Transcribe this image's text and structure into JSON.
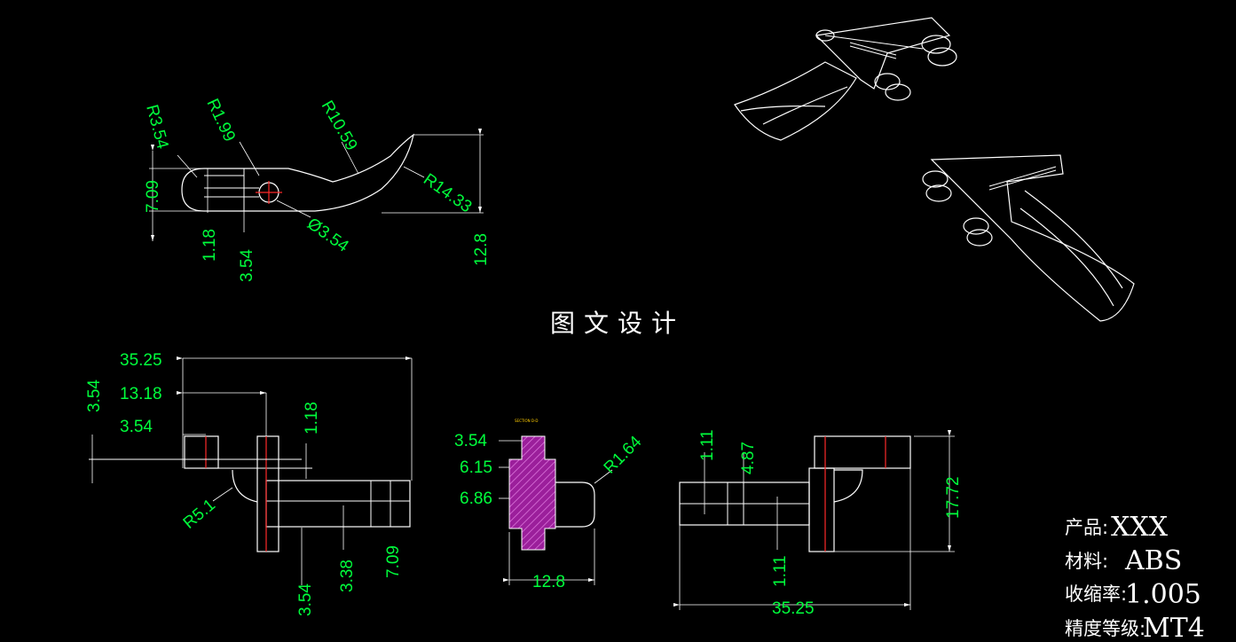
{
  "title": "图文设计",
  "info": {
    "product": {
      "label": "产品:",
      "value": "XXX"
    },
    "material": {
      "label": "材料:",
      "value": "ABS"
    },
    "shrinkage": {
      "label": "收缩率:",
      "value": "1.005"
    },
    "precision": {
      "label": "精度等级:",
      "value": "MT4"
    }
  },
  "colors": {
    "background": "#000000",
    "geometry": "#ffffff",
    "dimension_text": "#00ff3c",
    "hatch": "#cc33cc",
    "centerline": "#ff2a2a"
  },
  "section_label": "SECTION D-D",
  "dimensions": {
    "top_view": {
      "r354": "R3.54",
      "r199": "R1.99",
      "r1059": "R10.59",
      "r1433": "R14.33",
      "d709": "7.09",
      "d118": "1.18",
      "d354": "3.54",
      "phi354": "Ø3.54",
      "d128": "12.8"
    },
    "left_view": {
      "d3525": "35.25",
      "d1318": "13.18",
      "d354a": "3.54",
      "d354b": "3.54",
      "d118": "1.18",
      "r51": "R5.1",
      "d354c": "3.54",
      "d338": "3.38",
      "d709": "7.09"
    },
    "section_view": {
      "d354": "3.54",
      "d615": "6.15",
      "d686": "6.86",
      "r164": "R1.64",
      "d128": "12.8"
    },
    "right_view": {
      "d111a": "1.11",
      "d487": "4.87",
      "d111b": "1.11",
      "d1772": "17.72",
      "d3525": "35.25"
    }
  }
}
